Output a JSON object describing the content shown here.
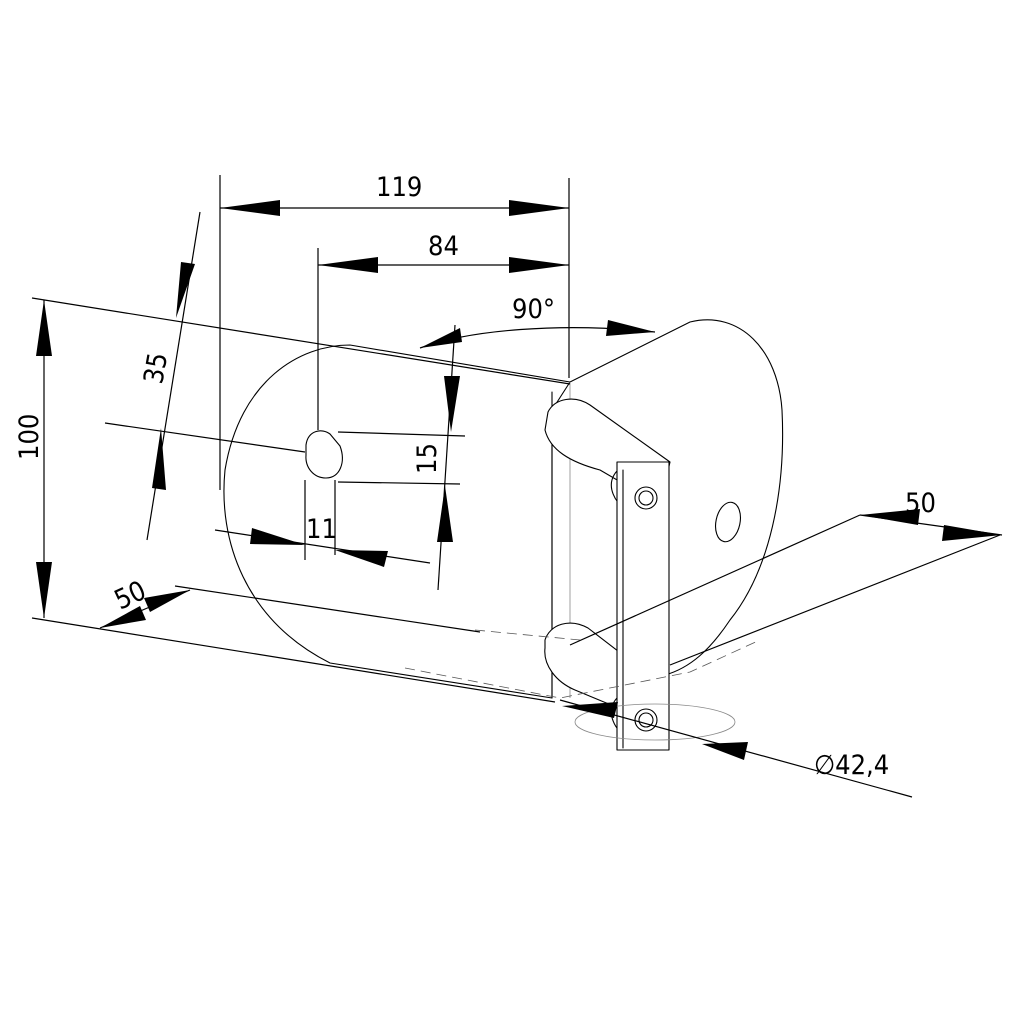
{
  "dimensions": {
    "width_119": "119",
    "width_84": "84",
    "angle": "90°",
    "height_100": "100",
    "offset_35": "35",
    "slot_15": "15",
    "slot_11": "11",
    "depth_50_left": "50",
    "depth_50_right": "50",
    "pin_diameter": "∅42,4"
  }
}
